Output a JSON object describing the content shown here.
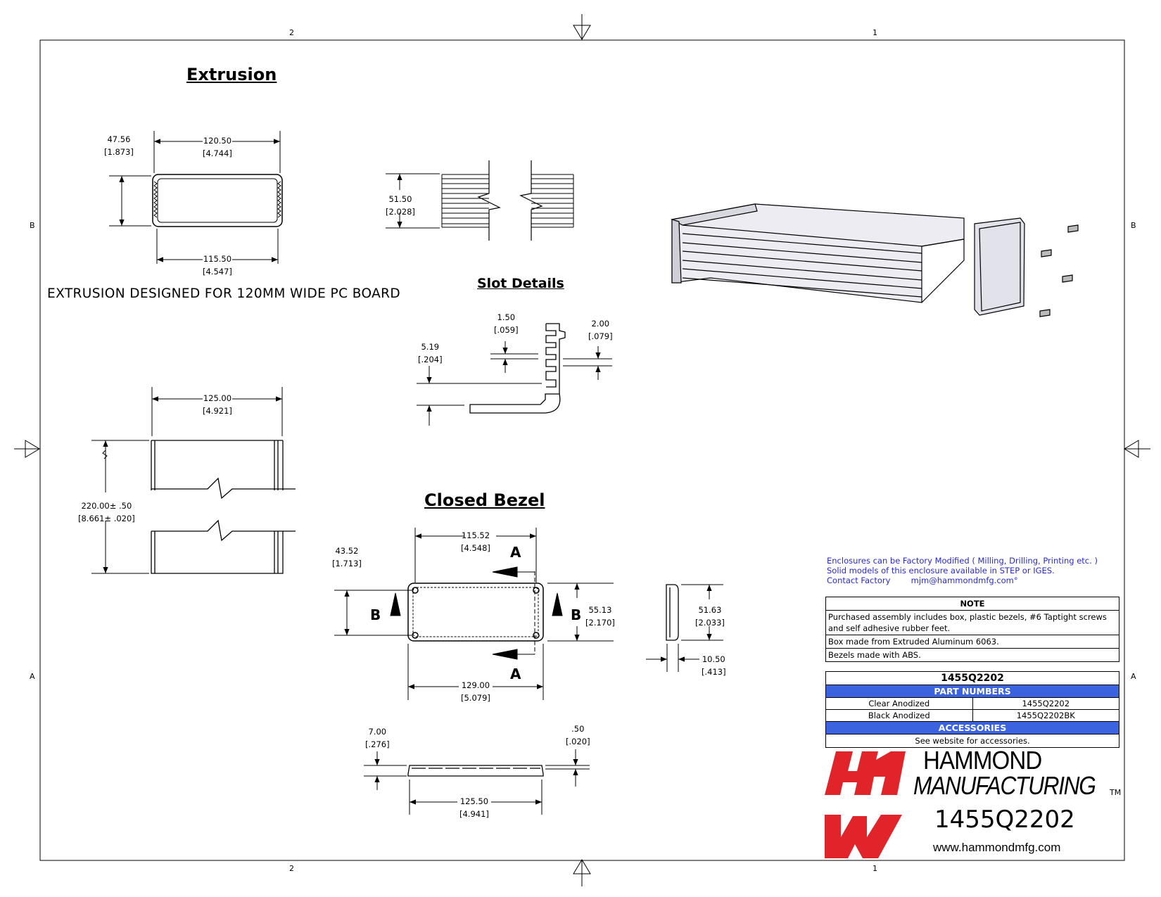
{
  "zones": {
    "top_left": "2",
    "top_right": "1",
    "bottom_left": "2",
    "bottom_right": "1",
    "side_b": "B",
    "side_a": "A"
  },
  "titles": {
    "extrusion": "Extrusion",
    "slot_details": "Slot Details",
    "closed_bezel": "Closed Bezel"
  },
  "extrusion_note": "EXTRUSION DESIGNED FOR 120MM WIDE PC BOARD",
  "dims": {
    "ext_height": [
      "47.56",
      "[1.873]"
    ],
    "ext_width_top": [
      "120.50",
      "[4.744]"
    ],
    "ext_width_bottom": [
      "115.50",
      "[4.547]"
    ],
    "slot_side": [
      "51.50",
      "[2.028]"
    ],
    "slot_a": [
      "1.50",
      "[.059]"
    ],
    "slot_b": [
      "2.00",
      "[.079]"
    ],
    "slot_c": [
      "5.19",
      "[.204]"
    ],
    "side_width": [
      "125.00",
      "[4.921]"
    ],
    "side_length": [
      "220.00± .50",
      "[8.661± .020]"
    ],
    "bezel_width_top": [
      "115.52",
      "[4.548]"
    ],
    "bezel_height_inner": [
      "43.52",
      "[1.713]"
    ],
    "bezel_height_outer": [
      "55.13",
      "[2.170]"
    ],
    "bezel_width_bottom": [
      "129.00",
      "[5.079]"
    ],
    "bezel_side_height": [
      "51.63",
      "[2.033]"
    ],
    "bezel_side_depth": [
      "10.50",
      "[.413]"
    ],
    "bezel_thick": [
      "7.00",
      "[.276]"
    ],
    "bezel_lip": [
      ".50",
      "[.020]"
    ],
    "bezel_len": [
      "125.50",
      "[4.941]"
    ]
  },
  "section_marks": {
    "a": "A",
    "b": "B"
  },
  "factory_info": [
    "Enclosures can be Factory Modified ( Milling, Drilling, Printing etc. )",
    "Solid models of this enclosure available in STEP or IGES.",
    "Contact Factory        mjm@hammondmfg.com°"
  ],
  "note": {
    "header": "NOTE",
    "lines": [
      "Purchased assembly includes box, plastic bezels, #6 Taptight screws and self adhesive rubber feet.",
      "Box made from Extruded Aluminum 6063.",
      "Bezels made with ABS."
    ]
  },
  "parts": {
    "title": "1455Q2202",
    "band": "PART NUMBERS",
    "rows": [
      [
        "Clear Anodized",
        "1455Q2202"
      ],
      [
        "Black Anodized",
        "1455Q2202BK"
      ]
    ],
    "acc_band": "ACCESSORIES",
    "acc_text": "See website for accessories."
  },
  "brand": {
    "line1": "HAMMOND",
    "line2": "MANUFACTURING",
    "tm": "TM",
    "part": "1455Q2202",
    "url": "www.hammondmfg.com",
    "color": "#e0242a"
  }
}
